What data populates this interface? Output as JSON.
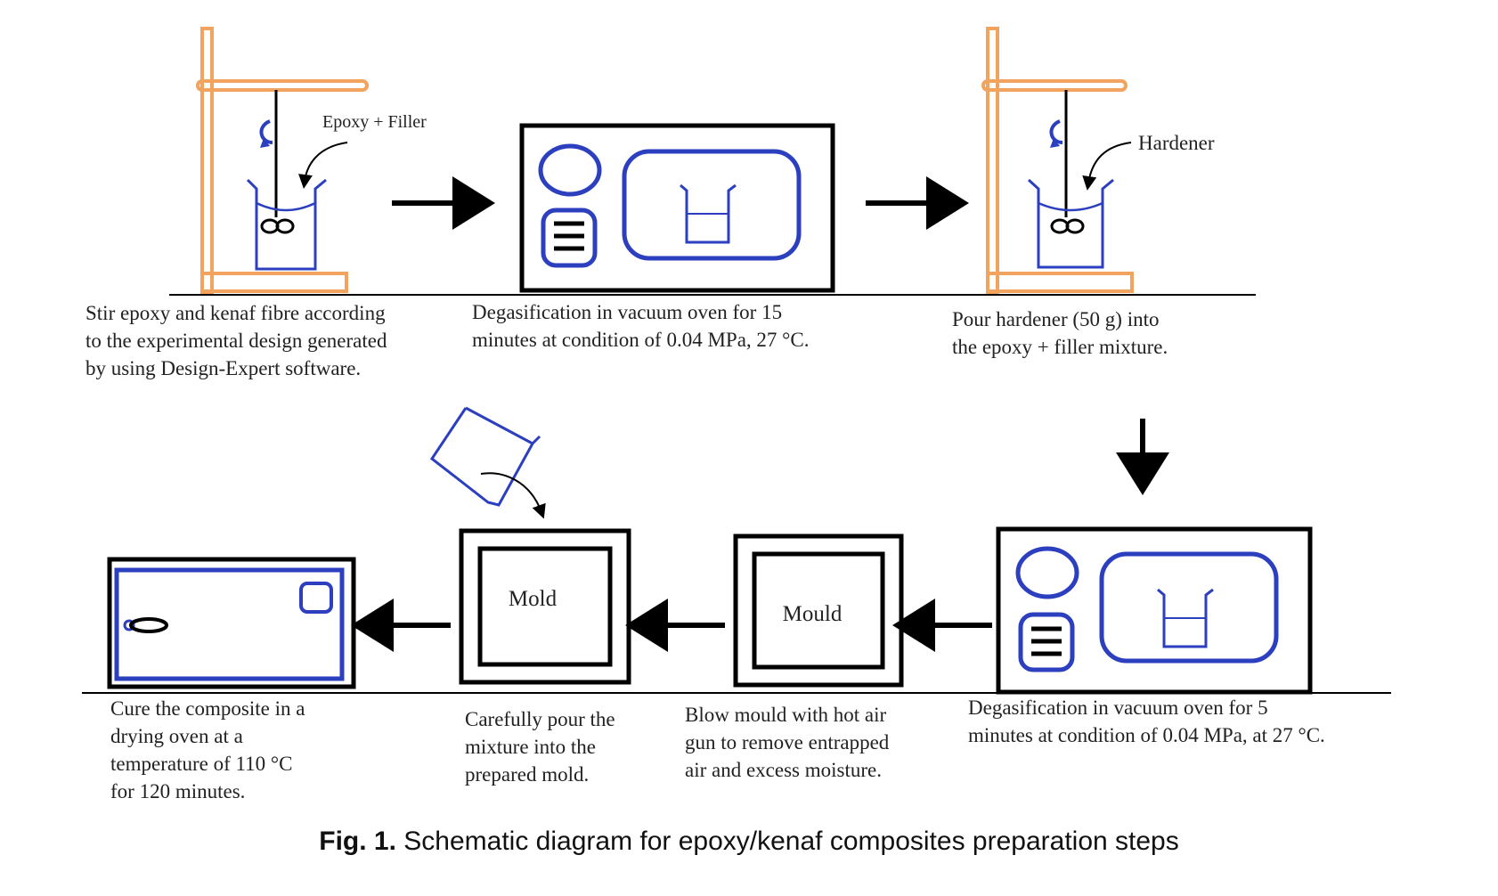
{
  "labels": {
    "epoxy_filler": "Epoxy + Filler",
    "hardener": "Hardener",
    "mold": "Mold",
    "mould": "Mould"
  },
  "steps": [
    {
      "caption": "Stir epoxy and kenaf fibre according\nto the experimental design generated\nby using Design-Expert software."
    },
    {
      "caption": "Degasification in vacuum oven for 15\nminutes at condition of 0.04 MPa, 27 °C."
    },
    {
      "caption": "Pour hardener (50 g) into\nthe epoxy + filler mixture."
    },
    {
      "caption": "Degasification in vacuum oven for 5\nminutes at condition of 0.04 MPa, at 27 °C."
    },
    {
      "caption": "Blow mould with hot air\ngun to remove entrapped\nair and excess moisture."
    },
    {
      "caption": "Carefully pour the\nmixture into the\nprepared mold."
    },
    {
      "caption": "Cure the composite in a\ndrying oven at a\ntemperature of 110 °C\nfor 120 minutes."
    }
  ],
  "figure": {
    "number": "Fig. 1.",
    "title": "Schematic diagram for epoxy/kenaf composites preparation steps"
  },
  "colors": {
    "stand": "#F2A35E",
    "equipment": "#2B3FBF",
    "outline": "#000000"
  },
  "icons": [
    "stir-stand-icon",
    "vacuum-oven-icon",
    "mold-icon",
    "pour-beaker-icon",
    "drying-oven-icon",
    "arrow-icon"
  ]
}
